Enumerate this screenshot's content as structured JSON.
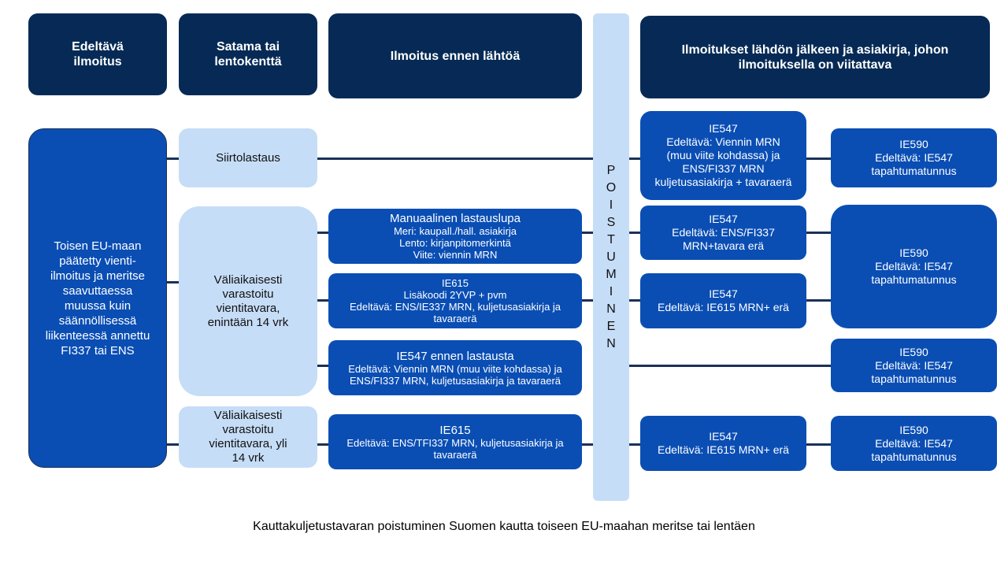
{
  "headers": {
    "edeltava": "Edeltävä ilmoitus",
    "satama": "Satama tai lentokenttä",
    "ennen": "Ilmoitus ennen lähtöä",
    "jalkeen": "Ilmoitukset lähdön jälkeen ja asiakirja, johon ilmoituksella on viitattava"
  },
  "left_box": "Toisen EU-maan päätetty vienti-ilmoitus ja meritse saavuttaessa muussa kuin säännöllisessä liikenteessä annettu FI337 tai ENS",
  "satama": {
    "siirto": "Siirtolastaus",
    "valiaik14": "Väliaikaisesti varastoitu vientitavara, enintään 14 vrk",
    "valiaikyli": "Väliaikaisesti varastoitu vientitavara, yli 14 vrk"
  },
  "ennen": {
    "manual": {
      "title": "Manuaalinen lastauslupa",
      "l1": "Meri: kaupall./hall. asiakirja",
      "l2": "Lento: kirjanpitomerkintä",
      "l3": "Viite: viennin MRN"
    },
    "ie615a": {
      "title": "IE615",
      "l1": "Lisäkoodi 2YVP + pvm",
      "l2": "Edeltävä: ENS/IE337 MRN, kuljetusasiakirja ja tavaraerä"
    },
    "ie547ennen": {
      "title": "IE547 ennen lastausta",
      "l1": "Edeltävä:  Viennin MRN (muu viite kohdassa) ja ENS/FI337 MRN, kuljetusasiakirja ja tavaraerä"
    },
    "ie615b": {
      "title": "IE615",
      "l1": "Edeltävä: ENS/TFI337 MRN, kuljetusasiakirja ja tavaraerä"
    }
  },
  "poistuminen": [
    "P",
    "O",
    "I",
    "S",
    "T",
    "U",
    "M",
    "I",
    "N",
    "E",
    "N"
  ],
  "jalkeen": {
    "ie547a": "IE547",
    "ie547a_text": "Edeltävä: Viennin MRN (muu viite kohdassa) ja ENS/FI337 MRN kuljetusasiakirja + tavaraerä",
    "ie547b": "IE547",
    "ie547b_text": "Edeltävä: ENS/FI337 MRN+tavara erä",
    "ie547c": "IE547",
    "ie547c_text": "Edeltävä: IE615 MRN+ erä",
    "ie547d": "IE547",
    "ie547d_text": "Edeltävä: IE615 MRN+ erä"
  },
  "ie590": {
    "title": "IE590",
    "text": "Edeltävä: IE547 tapahtumatunnus"
  },
  "caption": "Kauttakuljetustavaran poistuminen Suomen kautta toiseen EU-maahan meritse tai lentäen"
}
